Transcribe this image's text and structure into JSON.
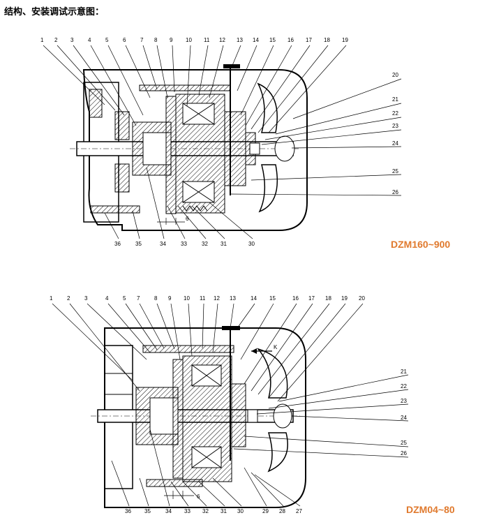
{
  "title": "结构、安装调试示意图：",
  "figures": [
    {
      "model": "DZM160~900",
      "top_callouts": [
        "1",
        "2",
        "3",
        "4",
        "5",
        "6",
        "7",
        "8",
        "9",
        "10",
        "11",
        "12",
        "13",
        "14",
        "15",
        "16",
        "17",
        "18",
        "19"
      ],
      "right_callouts": [
        "20",
        "21",
        "22",
        "23",
        "24",
        "25",
        "26"
      ],
      "bottom_callouts": [
        "36",
        "35",
        "34",
        "33",
        "32",
        "31",
        "30"
      ],
      "dimension_label": "6"
    },
    {
      "model": "DZM04~80",
      "top_callouts": [
        "1",
        "2",
        "3",
        "4",
        "5",
        "7",
        "8",
        "9",
        "10",
        "11",
        "12",
        "13",
        "14",
        "15",
        "16",
        "17",
        "18",
        "19",
        "20"
      ],
      "right_callouts": [
        "21",
        "22",
        "23",
        "24",
        "25",
        "26"
      ],
      "bottom_callouts": [
        "36",
        "35",
        "34",
        "33",
        "32",
        "31",
        "30",
        "29",
        "28",
        "27"
      ],
      "dimension_label": "6",
      "arrow_label": "K"
    }
  ]
}
